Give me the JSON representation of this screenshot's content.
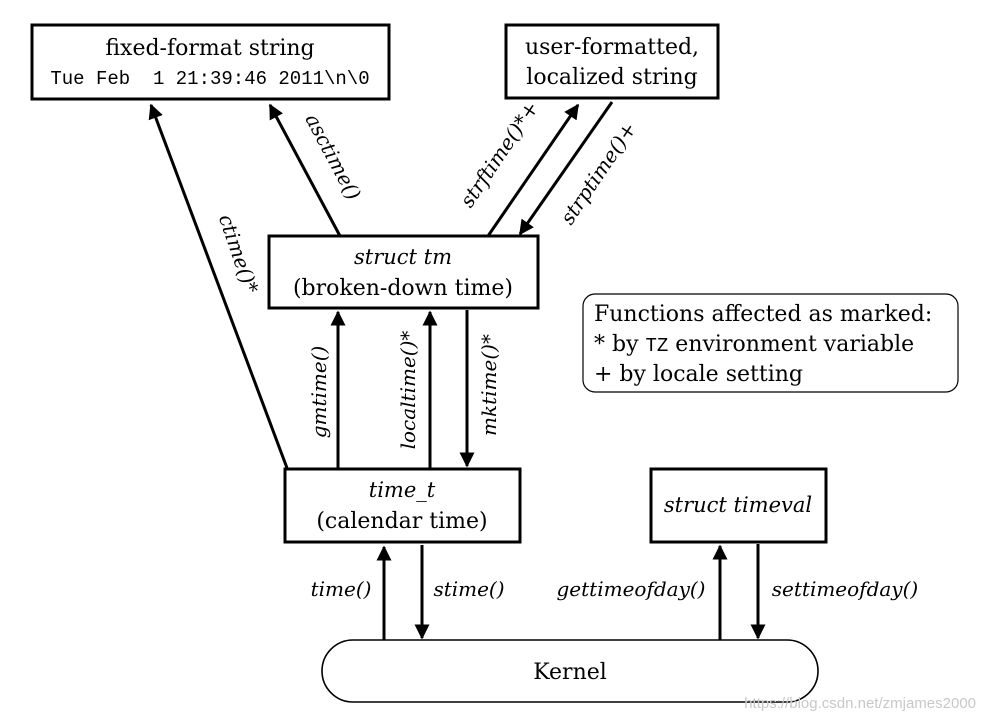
{
  "nodes": {
    "fixed_format": {
      "line1": "fixed-format string",
      "line2": "Tue Feb  1 21:39:46 2011\\n\\0"
    },
    "user_formatted": {
      "line1": "user-formatted,",
      "line2": "localized string"
    },
    "struct_tm": {
      "line1": "struct tm",
      "line2": "(broken-down time)"
    },
    "time_t": {
      "line1": "time_t",
      "line2": "(calendar time)"
    },
    "struct_timeval": {
      "line1": "struct timeval"
    },
    "kernel": {
      "label": "Kernel"
    }
  },
  "functions": {
    "ctime": "ctime()*",
    "asctime": "asctime()",
    "strftime": "strftime()*+",
    "strptime": "strptime()+",
    "gmtime": "gmtime()",
    "localtime": "localtime()*",
    "mktime": "mktime()*",
    "time": "time()",
    "stime": "stime()",
    "gettimeofday": "gettimeofday()",
    "settimeofday": "settimeofday()"
  },
  "legend": {
    "title": "Functions affected as marked:",
    "line1_prefix": "* by ",
    "line1_code": "TZ",
    "line1_suffix": " environment variable",
    "line2": "+ by locale setting"
  },
  "watermark": "https://blog.csdn.net/zmjames2000"
}
